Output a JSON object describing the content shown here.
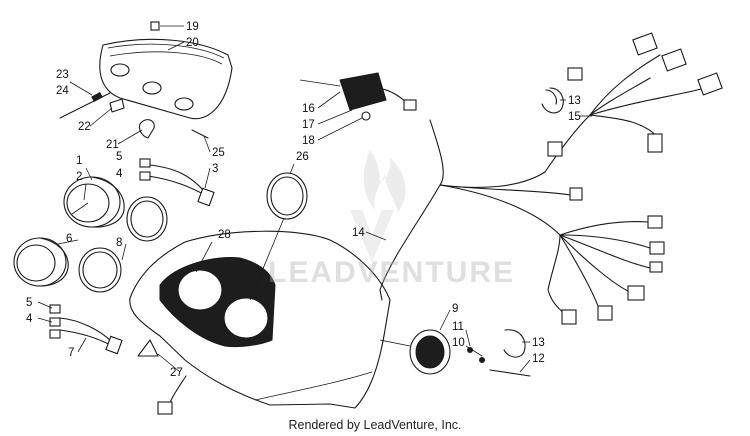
{
  "watermark": {
    "brand": "LEADVENTURE"
  },
  "footer": {
    "credit": "Rendered by LeadVenture, Inc."
  },
  "callouts": [
    "1",
    "2",
    "3",
    "4",
    "5",
    "6",
    "7",
    "8",
    "9",
    "10",
    "11",
    "12",
    "13",
    "14",
    "15",
    "16",
    "17",
    "18",
    "19",
    "20",
    "21",
    "22",
    "23",
    "24",
    "25",
    "26",
    "27",
    "28"
  ],
  "callouts_second": [
    "4",
    "5",
    "13"
  ]
}
